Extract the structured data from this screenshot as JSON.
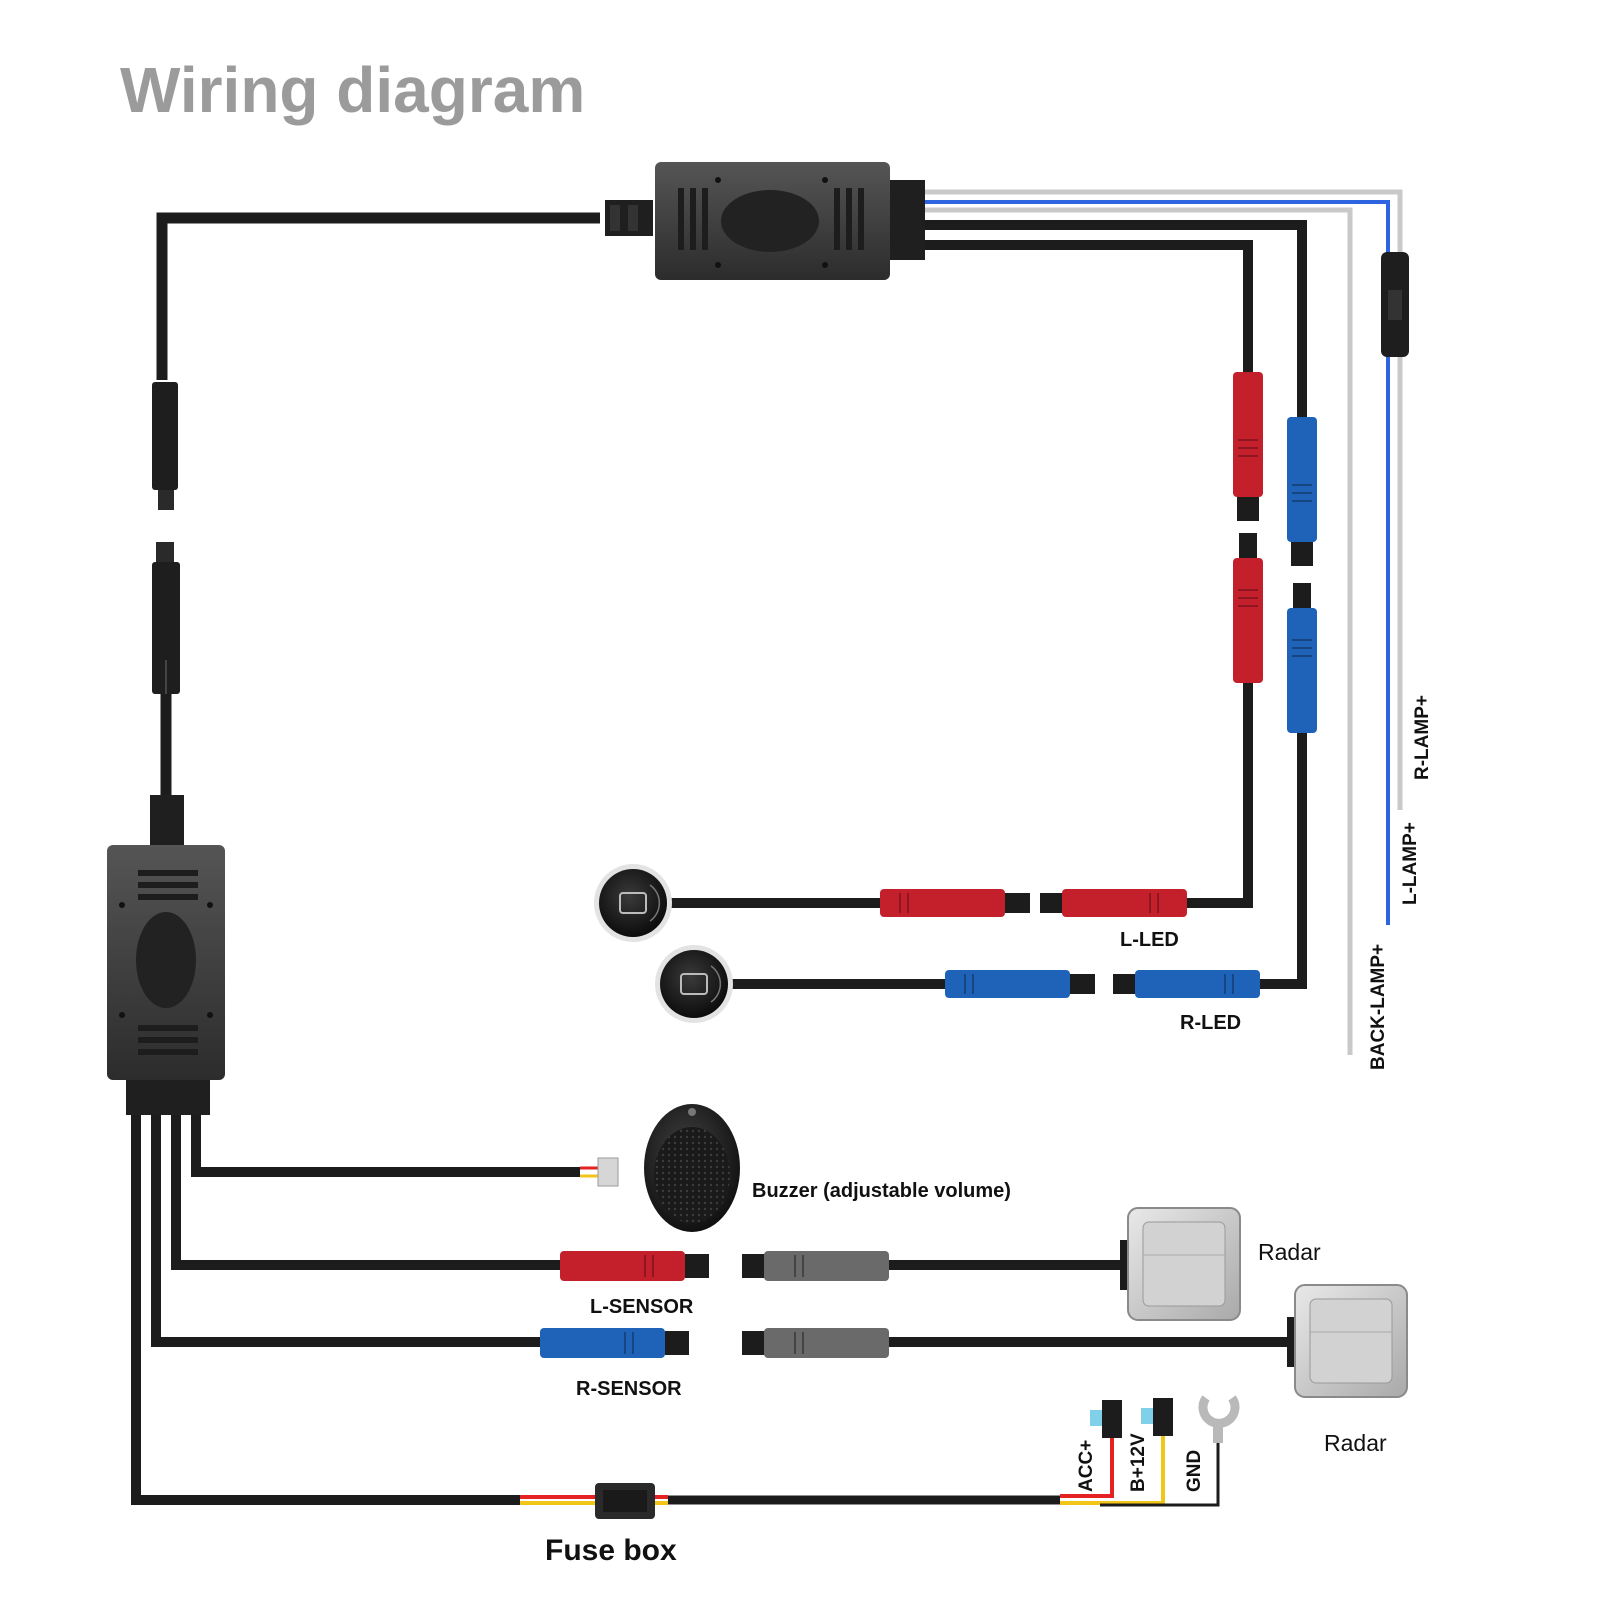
{
  "title": "Wiring diagram",
  "labels": {
    "l_led": "L-LED",
    "r_led": "R-LED",
    "r_lamp": "R-LAMP+",
    "l_lamp": "L-LAMP+",
    "back_lamp": "BACK-LAMP+",
    "buzzer": "Buzzer (adjustable volume)",
    "radar_1": "Radar",
    "radar_2": "Radar",
    "l_sensor": "L-SENSOR",
    "r_sensor": "R-SENSOR",
    "acc": "ACC+",
    "b12v": "B+12V",
    "gnd": "GND",
    "fuse_box": "Fuse box"
  },
  "colors": {
    "cable": "#1c1c1c",
    "red_connector": "#c3202c",
    "blue_connector": "#1f63b8",
    "gray_connector": "#6a6a6a",
    "blue_wire": "#2e64e0",
    "gray_wire": "#c9c9c9",
    "red_wire": "#e52222",
    "yellow_wire": "#f2c618",
    "title": "#9b9b9b"
  }
}
